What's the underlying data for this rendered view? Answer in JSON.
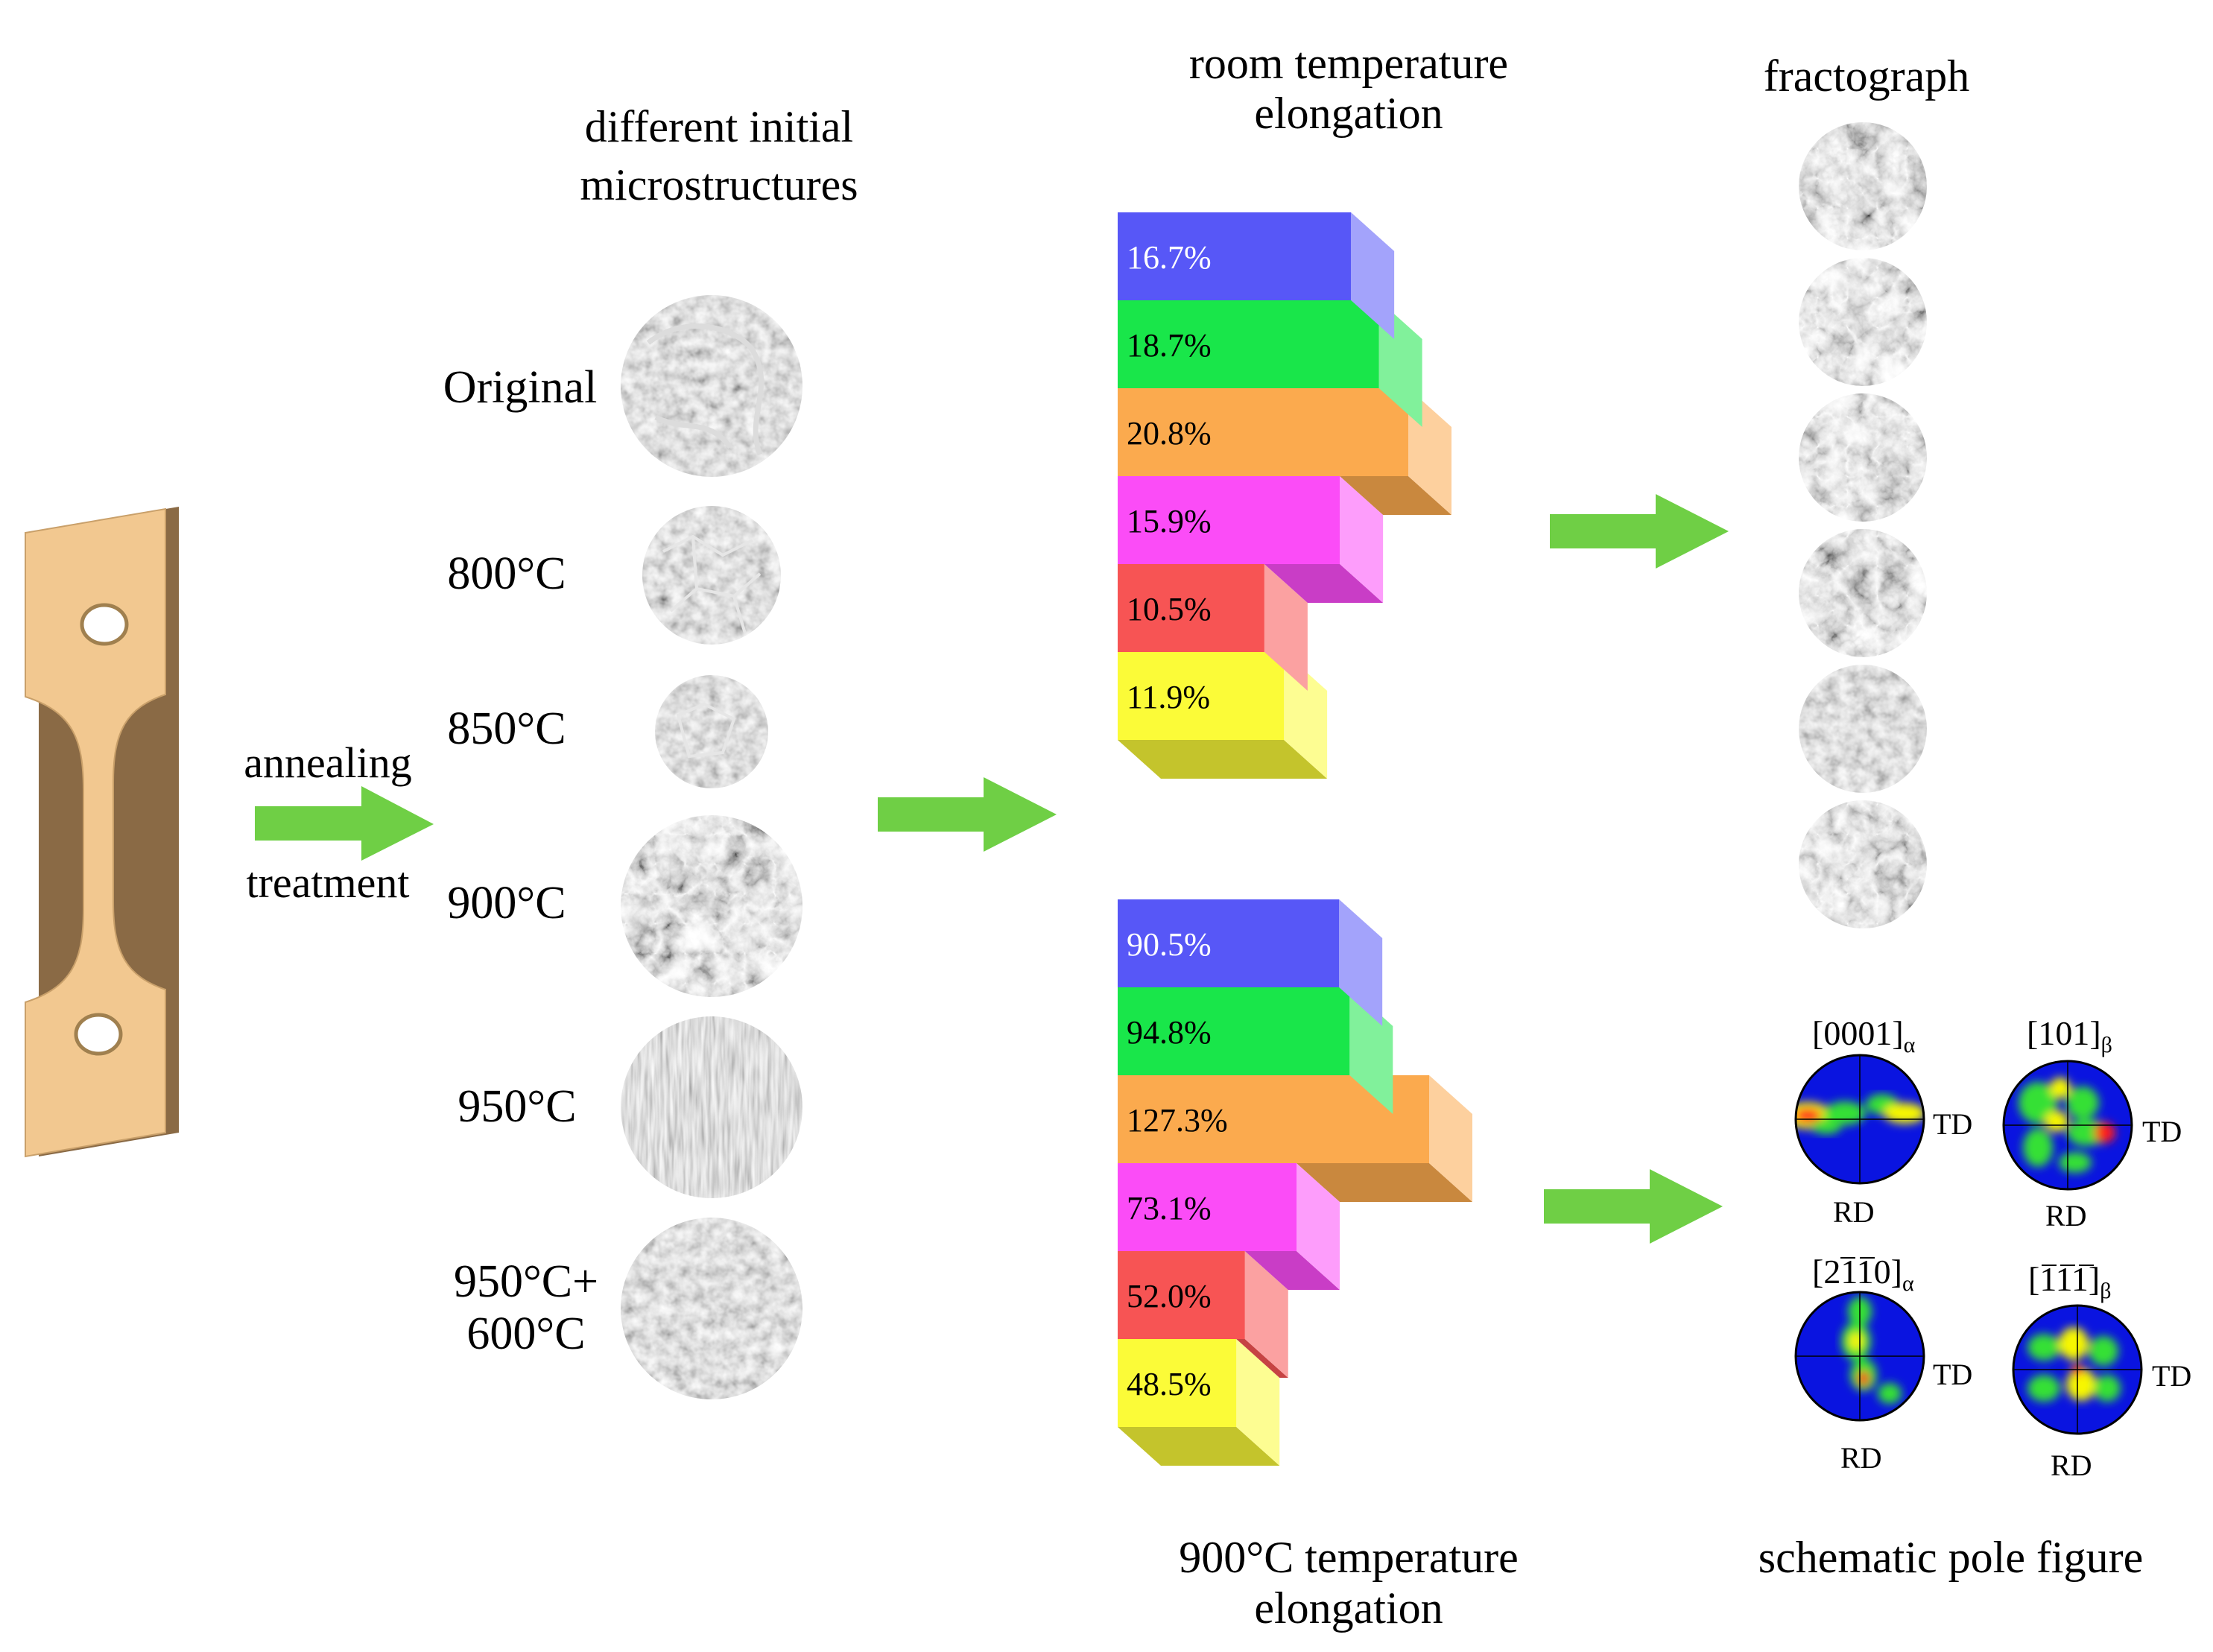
{
  "labels": {
    "annealing": "annealing",
    "treatment": "treatment",
    "micro_line1": "different initial",
    "micro_line2": "microstructures",
    "rt_line1": "room temperature",
    "rt_line2": "elongation",
    "ht_line1": "900°C temperature",
    "ht_line2": "elongation",
    "fractograph": "fractograph",
    "pole_figure": "schematic pole figure"
  },
  "conditions": [
    {
      "label_lines": [
        "Original"
      ]
    },
    {
      "label_lines": [
        "800°C"
      ]
    },
    {
      "label_lines": [
        "850°C"
      ]
    },
    {
      "label_lines": [
        "900°C"
      ]
    },
    {
      "label_lines": [
        "950°C"
      ]
    },
    {
      "label_lines": [
        "950°C+",
        "600°C"
      ]
    }
  ],
  "colors": {
    "arrow": "#6fcf45",
    "specimen": "#f2c890",
    "series": [
      "#5757f7",
      "#19e64a",
      "#fbaa4e",
      "#fb4cf7",
      "#f75454",
      "#fbfb38"
    ]
  },
  "chart_data": [
    {
      "type": "bar",
      "title": "room temperature elongation",
      "categories": [
        "Original",
        "800°C",
        "850°C",
        "900°C",
        "950°C",
        "950°C+600°C"
      ],
      "values": [
        16.7,
        18.7,
        20.8,
        15.9,
        10.5,
        11.9
      ],
      "value_labels": [
        "16.7%",
        "18.7%",
        "20.8%",
        "15.9%",
        "10.5%",
        "11.9%"
      ],
      "unit": "%"
    },
    {
      "type": "bar",
      "title": "900°C temperature elongation",
      "categories": [
        "Original",
        "800°C",
        "850°C",
        "900°C",
        "950°C",
        "950°C+600°C"
      ],
      "values": [
        90.5,
        94.8,
        127.3,
        73.1,
        52.0,
        48.5
      ],
      "value_labels": [
        "90.5%",
        "94.8%",
        "127.3%",
        "73.1%",
        "52.0%",
        "48.5%"
      ],
      "unit": "%"
    }
  ],
  "pole_figures": [
    {
      "label": "[0001]",
      "sub": "α",
      "td": "TD",
      "rd": "RD"
    },
    {
      "label": "[101]",
      "sub": "β",
      "td": "TD",
      "rd": "RD"
    },
    {
      "label": "[2110]",
      "sub": "α",
      "td": "TD",
      "rd": "RD"
    },
    {
      "label": "[111]",
      "sub": "β",
      "td": "TD",
      "rd": "RD"
    }
  ]
}
